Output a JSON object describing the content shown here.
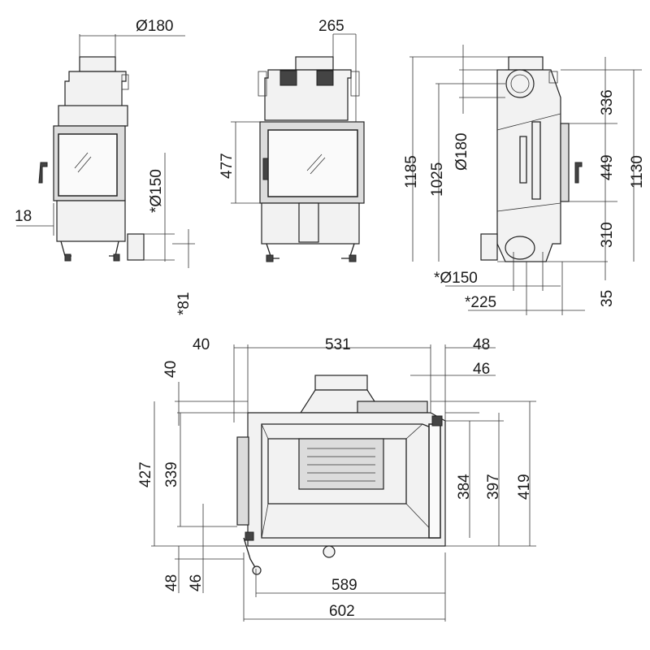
{
  "front_view": {
    "dim_flue_diameter": "Ø180",
    "dim_side": "18",
    "dim_inlet_diameter": "*Ø150",
    "dim_inlet_height": "*81"
  },
  "side_view": {
    "dim_offset": "265",
    "dim_glass_height": "477"
  },
  "right_view": {
    "dim_total_height": "1185",
    "dim_flue_height": "1025",
    "dim_flue_diameter": "Ø180",
    "dim_top": "336",
    "dim_middle": "449",
    "dim_bottom": "310",
    "dim_height_body": "1130",
    "dim_inlet_diameter": "*Ø150",
    "dim_inlet_width": "*225",
    "dim_base": "35"
  },
  "plan_view": {
    "dim_left_top": "40",
    "dim_width_top": "531",
    "dim_right_top": "48",
    "dim_right_inner": "46",
    "dim_left_vertical": "40",
    "dim_depth_total": "427",
    "dim_depth_inner": "339",
    "dim_depth_right_inner": "384",
    "dim_depth_right_mid": "397",
    "dim_depth_right_total": "419",
    "dim_bottom_left_a": "48",
    "dim_bottom_left_b": "46",
    "dim_width_bottom_inner": "589",
    "dim_width_bottom_total": "602"
  }
}
